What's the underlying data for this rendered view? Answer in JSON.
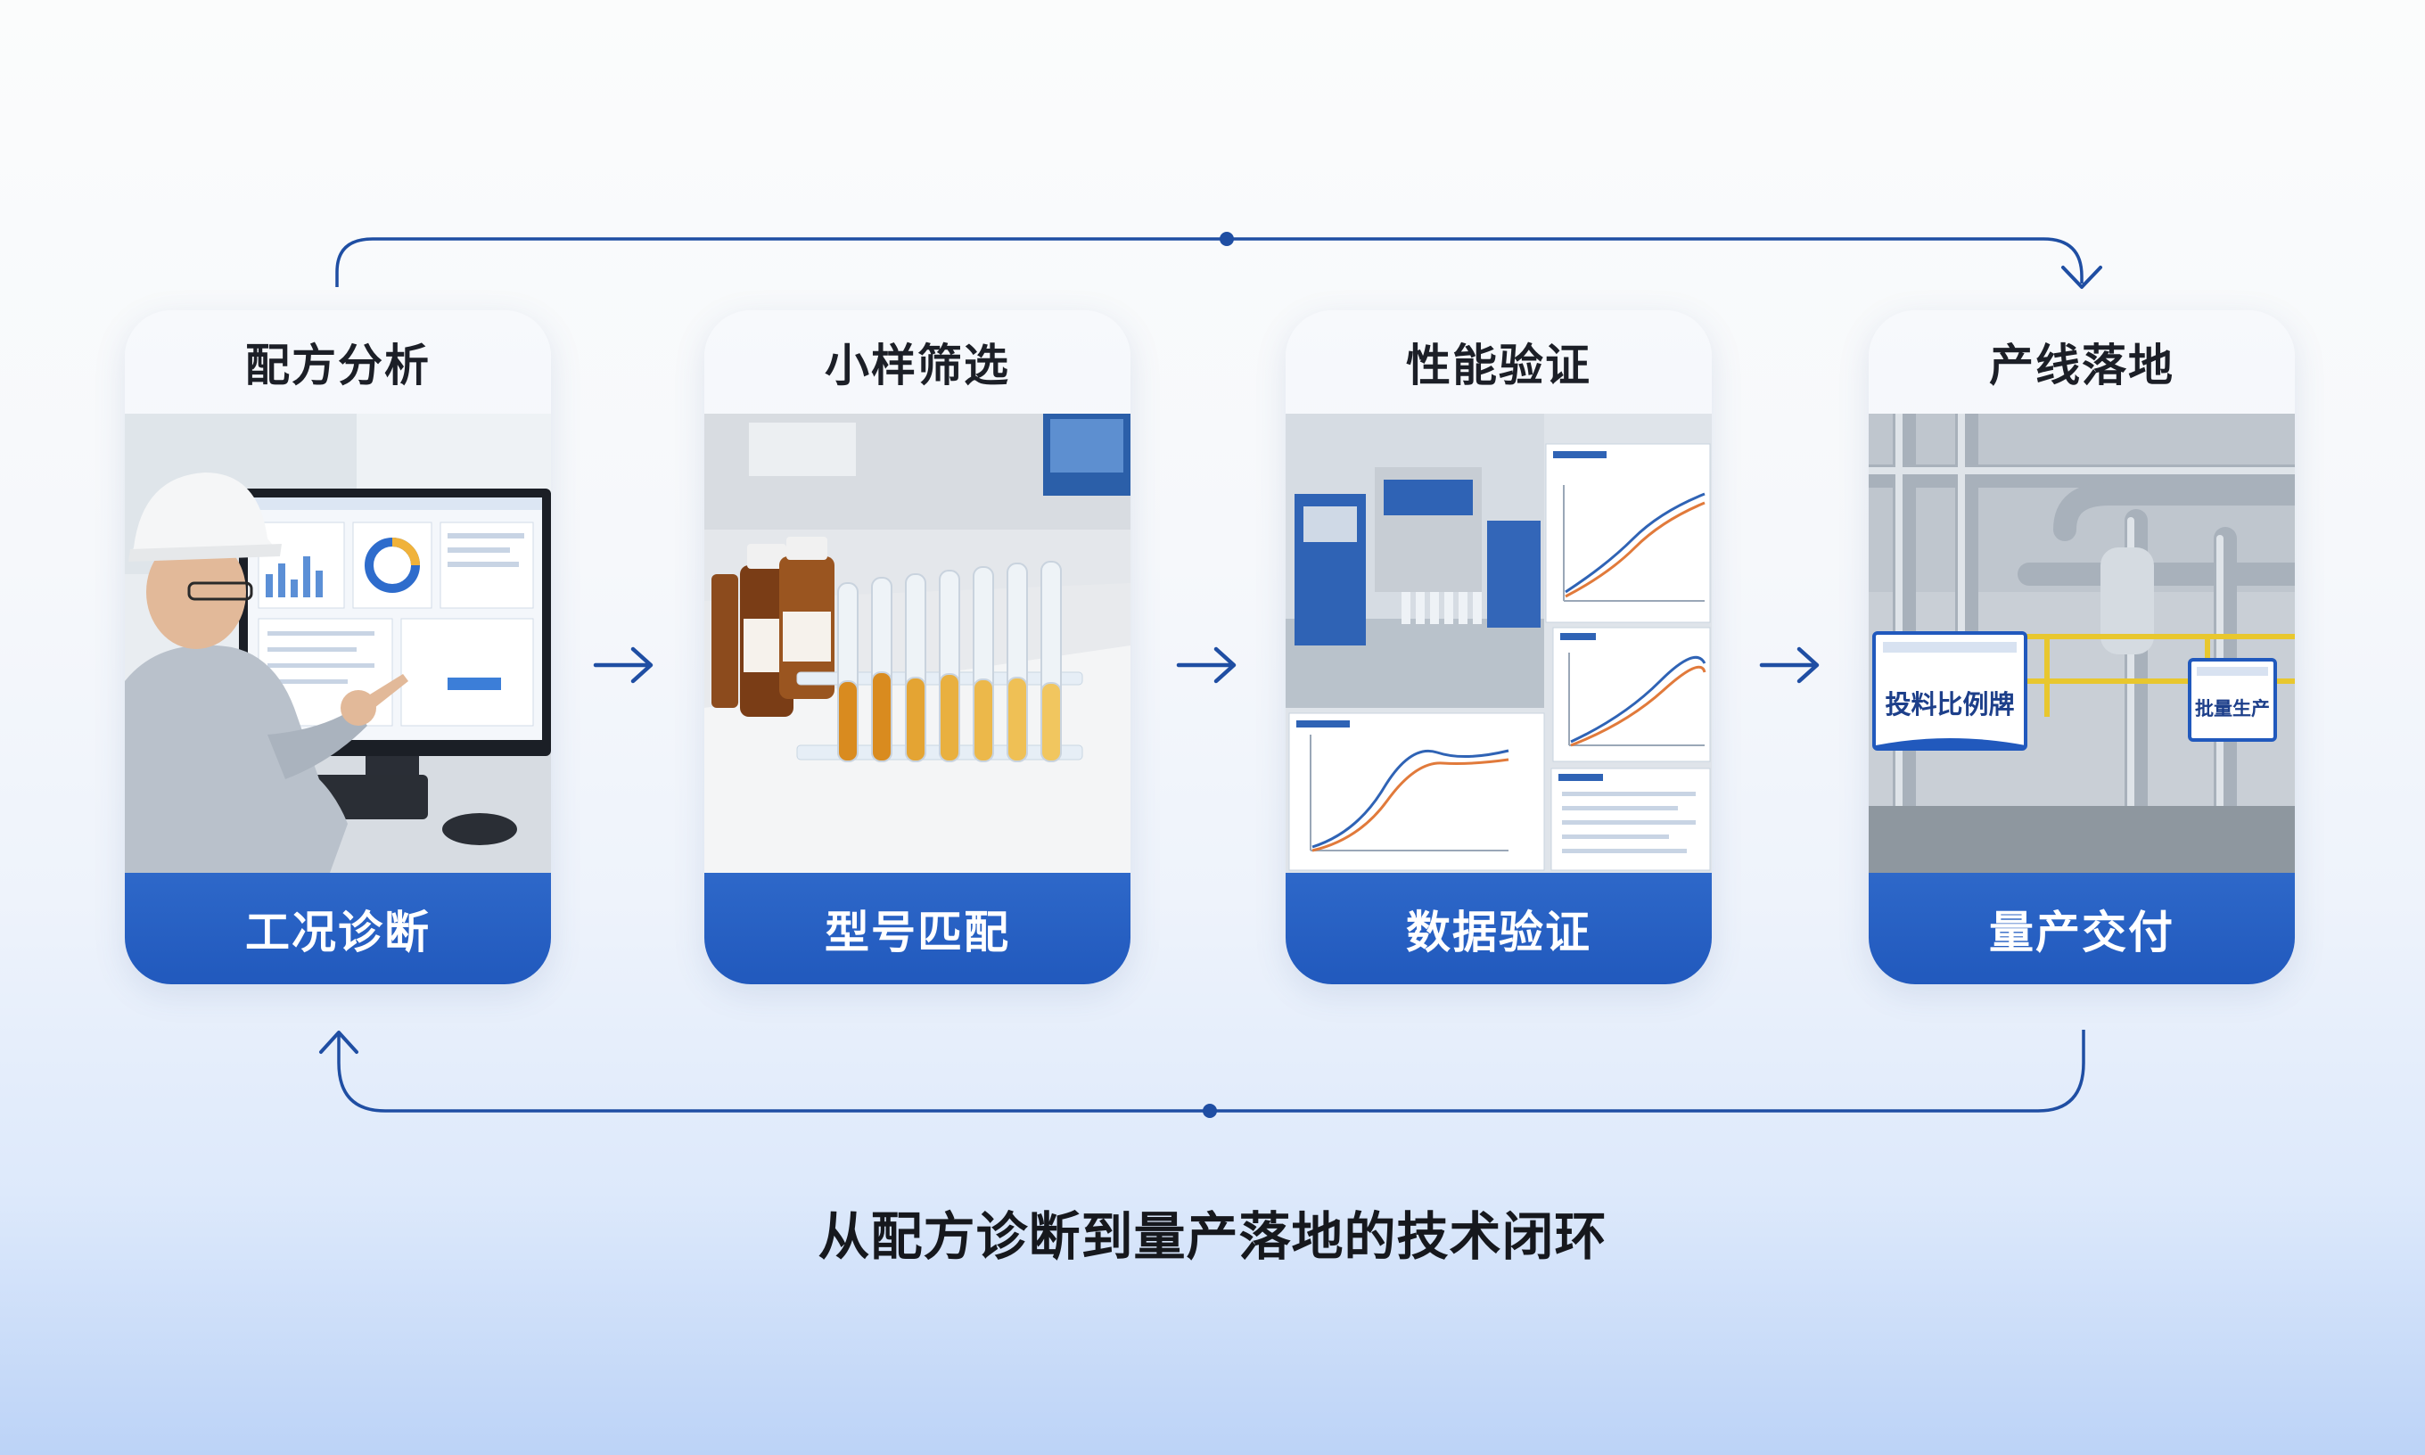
{
  "steps": [
    {
      "title": "配方分析",
      "footer": "工况诊断"
    },
    {
      "title": "小样筛选",
      "footer": "型号匹配"
    },
    {
      "title": "性能验证",
      "footer": "数据验证"
    },
    {
      "title": "产线落地",
      "footer": "量产交付"
    }
  ],
  "caption": "从配方诊断到量产落地的技术闭环",
  "signs": {
    "left": "投料比例牌",
    "right": "批量生产"
  },
  "colors": {
    "accent": "#2159bd",
    "loop_line": "#1f4ea3",
    "title_text": "#1c1f27"
  },
  "icons": [
    "arrow-right-icon",
    "loop-arrow-icon"
  ]
}
